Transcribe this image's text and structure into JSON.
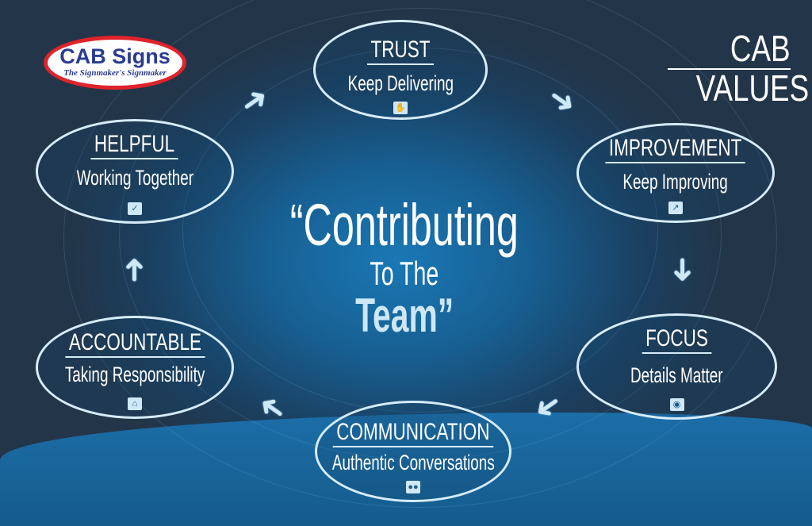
{
  "logo": {
    "name": "CAB Signs",
    "tagline": "The Signmaker's Signmaker"
  },
  "heading": {
    "line1": "CAB",
    "line2": "VALUES"
  },
  "center": {
    "line1": "“Contributing",
    "line2": "To The",
    "line3": "Team”"
  },
  "values": [
    {
      "title": "TRUST",
      "subtitle": "Keep Delivering",
      "icon": "handshake-icon"
    },
    {
      "title": "IMPROVEMENT",
      "subtitle": "Keep Improving",
      "icon": "growth-chart-icon"
    },
    {
      "title": "FOCUS",
      "subtitle": "Details Matter",
      "icon": "eye-icon"
    },
    {
      "title": "COMMUNICATION",
      "subtitle": "Authentic Conversations",
      "icon": "people-icon"
    },
    {
      "title": "ACCOUNTABLE",
      "subtitle": "Taking Responsibility",
      "icon": "shop-icon"
    },
    {
      "title": "HELPFUL",
      "subtitle": "Working Together",
      "icon": "thumbs-up-icon"
    }
  ],
  "colors": {
    "accent": "#d6ecfa",
    "navy": "#233548",
    "logo_red": "#e0232b",
    "logo_blue": "#2a3c8f"
  }
}
